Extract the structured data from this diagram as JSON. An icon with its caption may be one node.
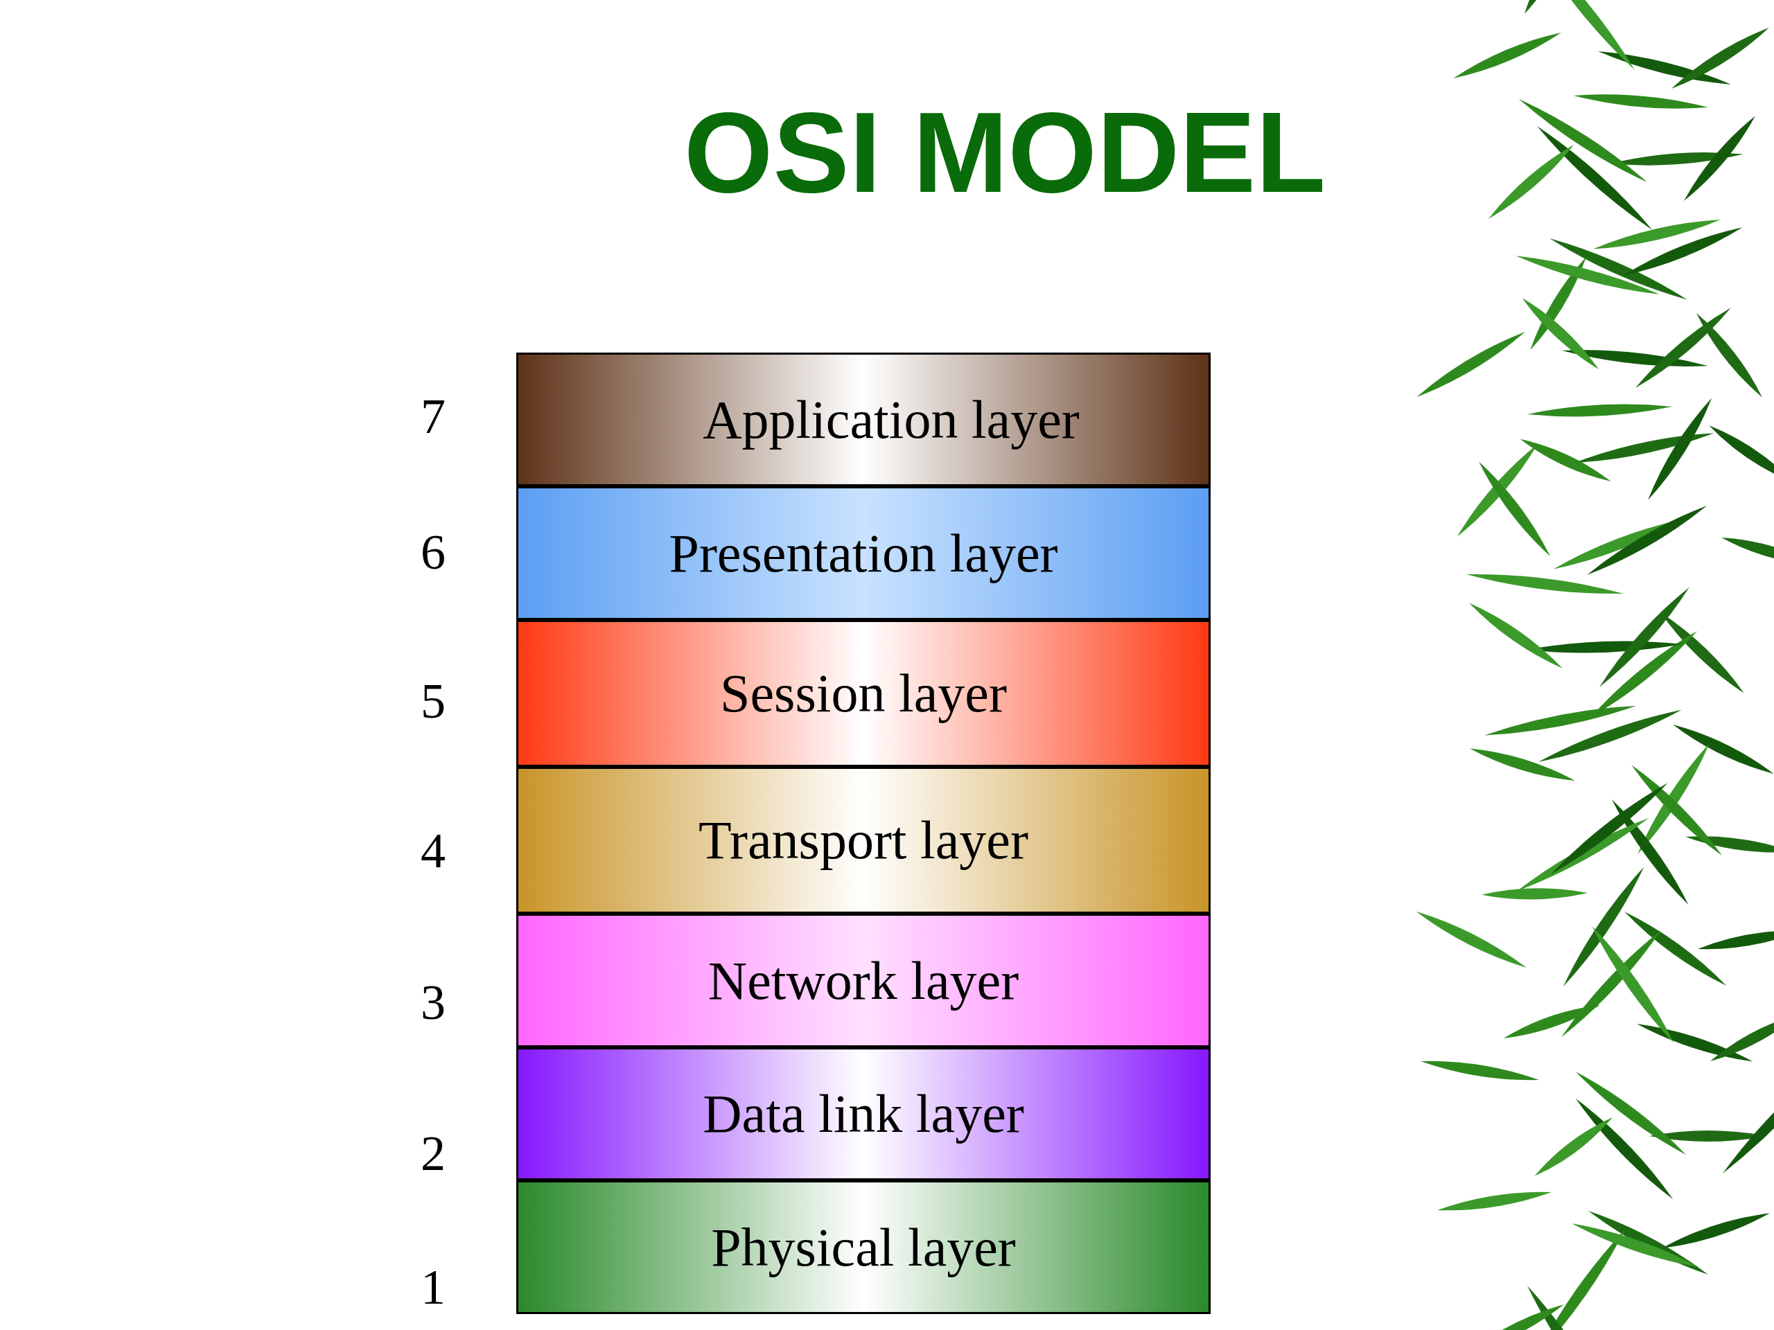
{
  "diagram": {
    "title": "OSI MODEL",
    "nodes": [
      {
        "text": [
          "Application layer"
        ],
        "beside": [
          "7"
        ]
      },
      {
        "text": [
          "Presentation layer"
        ],
        "beside": [
          "6"
        ]
      },
      {
        "text": [
          "Session layer"
        ],
        "beside": [
          "5"
        ]
      },
      {
        "text": [
          "Transport layer"
        ],
        "beside": [
          "4"
        ]
      },
      {
        "text": [
          "Network layer"
        ],
        "beside": [
          "3"
        ]
      },
      {
        "text": [
          "Data link layer"
        ],
        "beside": [
          "2"
        ]
      },
      {
        "text": [
          "Physical layer"
        ],
        "beside": [
          "1"
        ]
      }
    ]
  }
}
